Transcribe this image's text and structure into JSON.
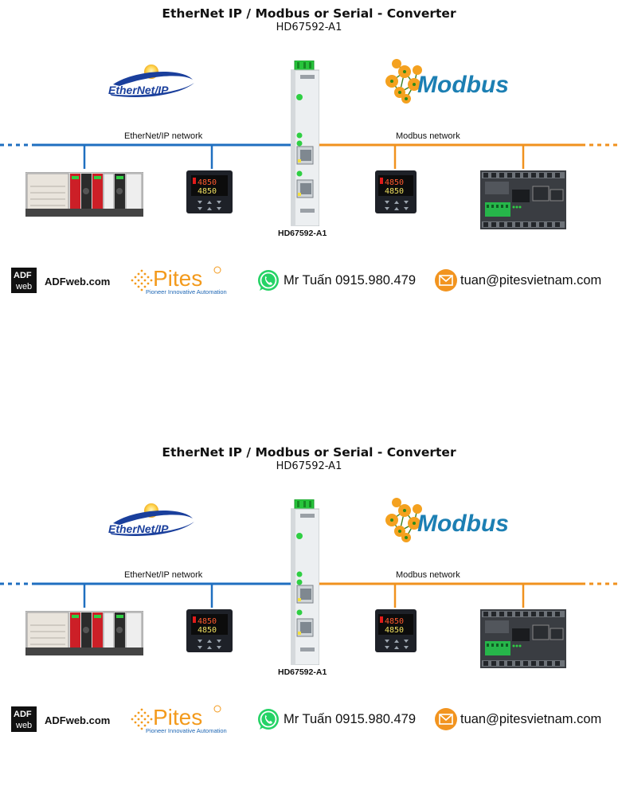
{
  "panels": [
    {
      "title": "EtherNet IP / Modbus or Serial - Converter",
      "subtitle": "HD67592-A1",
      "ethernet_logo_text": "EtherNet/IP",
      "modbus_logo_text": "Modbus",
      "ethernet_network_label": "EtherNet/IP network",
      "modbus_network_label": "Modbus network",
      "gateway_label": "HD67592-A1",
      "panel_display_top": "4850",
      "panel_display_bottom": "4850",
      "footer": {
        "adf_logo_top": "ADF",
        "adf_logo_bottom": "web",
        "adf_text": "ADFweb.com",
        "pites_logo_text": "Pites",
        "pites_tagline": "Pioneer Innovative Automation",
        "phone_text": "Mr Tuấn 0915.980.479",
        "email_text": "tuan@pitesvietnam.com"
      }
    },
    {
      "title": "EtherNet IP / Modbus or Serial - Converter",
      "subtitle": "HD67592-A1",
      "ethernet_logo_text": "EtherNet/IP",
      "modbus_logo_text": "Modbus",
      "ethernet_network_label": "EtherNet/IP network",
      "modbus_network_label": "Modbus network",
      "gateway_label": "HD67592-A1",
      "panel_display_top": "4850",
      "panel_display_bottom": "4850",
      "footer": {
        "adf_logo_top": "ADF",
        "adf_logo_bottom": "web",
        "adf_text": "ADFweb.com",
        "pites_logo_text": "Pites",
        "pites_tagline": "Pioneer Innovative Automation",
        "phone_text": "Mr Tuấn 0915.980.479",
        "email_text": "tuan@pitesvietnam.com"
      }
    }
  ],
  "colors": {
    "ethernet_line": "#1f6fc0",
    "modbus_line": "#f0921e",
    "gateway_green": "#27c43b",
    "modbus_blue": "#1c7fb3",
    "pites_orange": "#f39a1c",
    "pites_blue": "#1d66b4",
    "whatsapp_green": "#25d366",
    "email_orange": "#f2941f"
  },
  "icons": [
    "ethernet-ip-logo",
    "modbus-logo",
    "gateway-device-icon",
    "plc-rack-icon",
    "panel-controller-icon",
    "io-module-icon",
    "adfweb-logo",
    "pites-logo",
    "whatsapp-icon",
    "email-icon"
  ]
}
